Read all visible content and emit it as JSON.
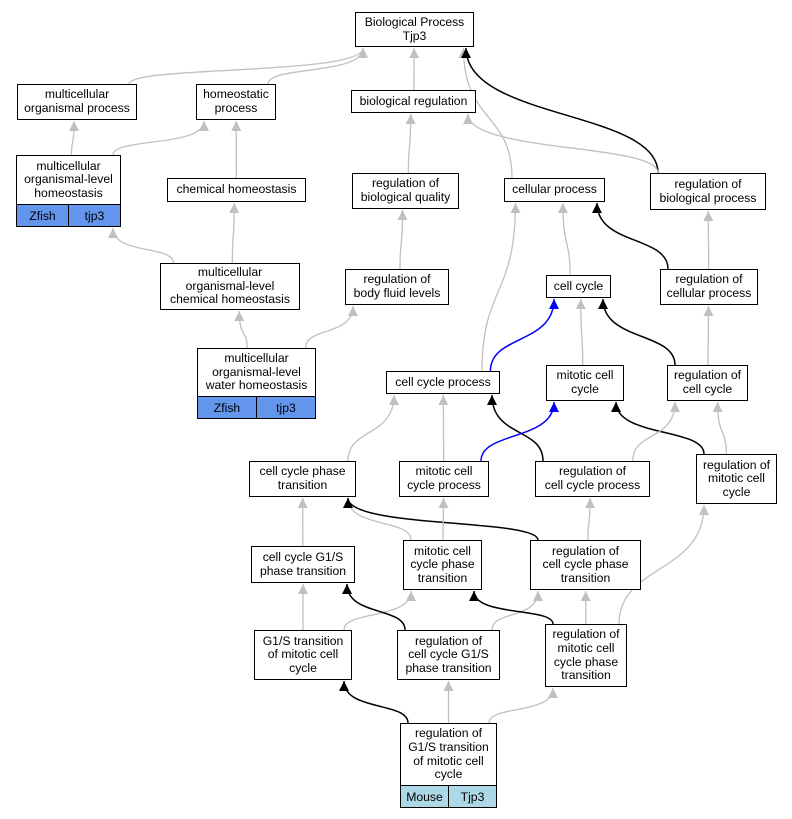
{
  "colors": {
    "edge_gray": "#c0c0c0",
    "edge_black": "#000000",
    "edge_blue": "#0000ff",
    "zfish_tag": "#6495ed",
    "mouse_tag": "#add8e6"
  },
  "nodes": [
    {
      "id": "bp",
      "label": "Biological Process\nTjp3"
    },
    {
      "id": "mop",
      "label": "multicellular\norganismal process"
    },
    {
      "id": "hp",
      "label": "homeostatic\nprocess"
    },
    {
      "id": "breg",
      "label": "biological regulation"
    },
    {
      "id": "molh",
      "label": "multicellular\norganismal-level\nhomeostasis",
      "tags": [
        {
          "text": "Zfish",
          "color": "#6495ed"
        },
        {
          "text": "tjp3",
          "color": "#6495ed"
        }
      ]
    },
    {
      "id": "chemh",
      "label": "chemical homeostasis"
    },
    {
      "id": "rbq",
      "label": "regulation of\nbiological quality"
    },
    {
      "id": "cp",
      "label": "cellular process"
    },
    {
      "id": "rbp",
      "label": "regulation of\nbiological process"
    },
    {
      "id": "molch",
      "label": "multicellular\norganismal-level\nchemical homeostasis"
    },
    {
      "id": "rbfl",
      "label": "regulation of\nbody fluid levels"
    },
    {
      "id": "cc",
      "label": "cell cycle"
    },
    {
      "id": "rcp",
      "label": "regulation of\ncellular process"
    },
    {
      "id": "molwh",
      "label": "multicellular\norganismal-level\nwater homeostasis",
      "tags": [
        {
          "text": "Zfish",
          "color": "#6495ed"
        },
        {
          "text": "tjp3",
          "color": "#6495ed"
        }
      ]
    },
    {
      "id": "ccp",
      "label": "cell cycle process"
    },
    {
      "id": "mcc",
      "label": "mitotic cell\ncycle"
    },
    {
      "id": "rcc",
      "label": "regulation of\ncell cycle"
    },
    {
      "id": "ccpt",
      "label": "cell cycle phase\ntransition"
    },
    {
      "id": "mccp",
      "label": "mitotic cell\ncycle process"
    },
    {
      "id": "rccp",
      "label": "regulation of\ncell cycle process"
    },
    {
      "id": "rmcc",
      "label": "regulation of\nmitotic cell\ncycle"
    },
    {
      "id": "ccg1s",
      "label": "cell cycle G1/S\nphase transition"
    },
    {
      "id": "mccpt",
      "label": "mitotic cell\ncycle phase\ntransition"
    },
    {
      "id": "rccpt",
      "label": "regulation of\ncell cycle phase\ntransition"
    },
    {
      "id": "g1smcc",
      "label": "G1/S transition\nof mitotic cell\ncycle"
    },
    {
      "id": "rccg1s",
      "label": "regulation of\ncell cycle G1/S\nphase transition"
    },
    {
      "id": "rmccpt",
      "label": "regulation of\nmitotic cell\ncycle phase\ntransition"
    },
    {
      "id": "rg1s",
      "label": "regulation of\nG1/S transition\nof mitotic cell\ncycle",
      "tags": [
        {
          "text": "Mouse",
          "color": "#add8e6"
        },
        {
          "text": "Tjp3",
          "color": "#add8e6"
        }
      ]
    }
  ],
  "edges": [
    {
      "from": "mop",
      "to": "bp",
      "color": "gray"
    },
    {
      "from": "hp",
      "to": "bp",
      "color": "gray"
    },
    {
      "from": "breg",
      "to": "bp",
      "color": "gray"
    },
    {
      "from": "cp",
      "to": "bp",
      "color": "gray"
    },
    {
      "from": "rbp",
      "to": "bp",
      "color": "black"
    },
    {
      "from": "molh",
      "to": "mop",
      "color": "gray"
    },
    {
      "from": "molh",
      "to": "hp",
      "color": "gray"
    },
    {
      "from": "chemh",
      "to": "hp",
      "color": "gray"
    },
    {
      "from": "rbq",
      "to": "breg",
      "color": "gray"
    },
    {
      "from": "rbp",
      "to": "breg",
      "color": "gray"
    },
    {
      "from": "molch",
      "to": "molh",
      "color": "gray"
    },
    {
      "from": "molch",
      "to": "chemh",
      "color": "gray"
    },
    {
      "from": "rbfl",
      "to": "rbq",
      "color": "gray"
    },
    {
      "from": "molwh",
      "to": "molch",
      "color": "gray"
    },
    {
      "from": "molwh",
      "to": "rbfl",
      "color": "gray"
    },
    {
      "from": "rcp",
      "to": "rbp",
      "color": "gray"
    },
    {
      "from": "rcp",
      "to": "cp",
      "color": "black"
    },
    {
      "from": "cc",
      "to": "cp",
      "color": "gray"
    },
    {
      "from": "ccp",
      "to": "cp",
      "color": "gray"
    },
    {
      "from": "ccp",
      "to": "cc",
      "color": "blue"
    },
    {
      "from": "mcc",
      "to": "cc",
      "color": "gray"
    },
    {
      "from": "rcc",
      "to": "cc",
      "color": "black"
    },
    {
      "from": "rcc",
      "to": "rcp",
      "color": "gray"
    },
    {
      "from": "ccpt",
      "to": "ccp",
      "color": "gray"
    },
    {
      "from": "mccp",
      "to": "ccp",
      "color": "gray"
    },
    {
      "from": "rccp",
      "to": "ccp",
      "color": "black"
    },
    {
      "from": "mccp",
      "to": "mcc",
      "color": "blue"
    },
    {
      "from": "rmcc",
      "to": "mcc",
      "color": "black"
    },
    {
      "from": "rccp",
      "to": "rcc",
      "color": "gray"
    },
    {
      "from": "rmcc",
      "to": "rcc",
      "color": "gray"
    },
    {
      "from": "ccg1s",
      "to": "ccpt",
      "color": "gray"
    },
    {
      "from": "mccpt",
      "to": "ccpt",
      "color": "gray"
    },
    {
      "from": "rccpt",
      "to": "ccpt",
      "color": "black"
    },
    {
      "from": "mccpt",
      "to": "mccp",
      "color": "gray"
    },
    {
      "from": "rccpt",
      "to": "rccp",
      "color": "gray"
    },
    {
      "from": "g1smcc",
      "to": "ccg1s",
      "color": "gray"
    },
    {
      "from": "g1smcc",
      "to": "mccpt",
      "color": "gray"
    },
    {
      "from": "rccg1s",
      "to": "ccg1s",
      "color": "black"
    },
    {
      "from": "rccg1s",
      "to": "rccpt",
      "color": "gray"
    },
    {
      "from": "rmccpt",
      "to": "mccpt",
      "color": "black"
    },
    {
      "from": "rmccpt",
      "to": "rccpt",
      "color": "gray"
    },
    {
      "from": "rmccpt",
      "to": "rmcc",
      "color": "gray"
    },
    {
      "from": "rg1s",
      "to": "g1smcc",
      "color": "black"
    },
    {
      "from": "rg1s",
      "to": "rccg1s",
      "color": "gray"
    },
    {
      "from": "rg1s",
      "to": "rmccpt",
      "color": "gray"
    }
  ]
}
